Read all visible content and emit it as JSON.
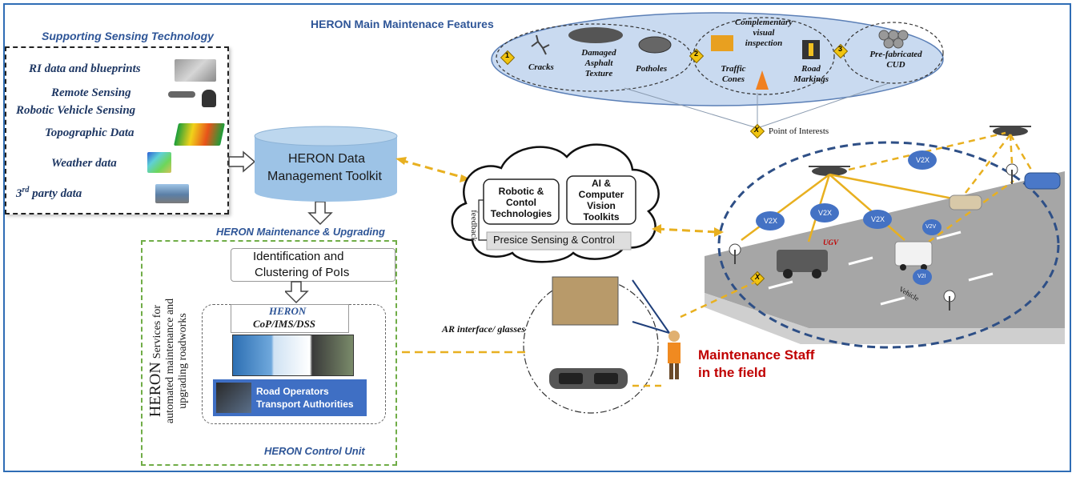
{
  "title": "HERON Main Maintenace Features",
  "supporting": {
    "heading": "Supporting  Sensing Technology",
    "items": [
      {
        "label": "RI data and blueprints"
      },
      {
        "label": "Remote Sensing"
      },
      {
        "label": "Robotic Vehicle Sensing"
      },
      {
        "label": "Topographic Data"
      },
      {
        "label": "Weather data"
      },
      {
        "label_sup": "rd",
        "label_num": "3",
        "label_rest": " party data"
      }
    ]
  },
  "toolkit": {
    "line1": "HERON Data",
    "line2": "Management Toolkit"
  },
  "maintenance_heading": "HERON Maintenance & Upgrading",
  "control": {
    "identification_line1": "Identification and",
    "identification_line2": "Clustering of PoIs",
    "heron_label": "HERON",
    "cop_label": "CoP/IMS/DSS",
    "services_big": "HERON",
    "services_line1": "Services for",
    "services_line2": "automated maintenance and",
    "services_line3": "upgrading roadworks",
    "operators_line1": "Road Operators",
    "operators_line2": "Transport Authorities",
    "unit_label": "HERON Control Unit"
  },
  "cloud": {
    "robotic_line1": "Robotic &",
    "robotic_line2": "Contol",
    "robotic_line3": "Technologies",
    "ai_line1": "AI &",
    "ai_line2": "Computer",
    "ai_line3": "Vision",
    "ai_line4": "Toolkits",
    "feedback": "feedback",
    "sensing": "Presice Sensing & Control"
  },
  "features": {
    "cracks": "Cracks",
    "asphalt_line1": "Damaged",
    "asphalt_line2": "Asphalt",
    "asphalt_line3": "Texture",
    "potholes": "Potholes",
    "visual_line1": "Complementary",
    "visual_line2": "visual",
    "visual_line3": "inspection",
    "cones_line1": "Traffic",
    "cones_line2": "Cones",
    "markings_line1": "Road",
    "markings_line2": "Markings",
    "cud_line1": "Pre-fabricated",
    "cud_line2": "CUD",
    "badge1": "1",
    "badge2": "2",
    "badge3": "3",
    "poi_badge": "X",
    "poi": "Point of Interests"
  },
  "scene": {
    "v2x": "V2X",
    "v2v": "V2V",
    "v2i": "V2I",
    "ugv": "UGV",
    "vehicle": "Vehicle",
    "poi_badge": "X"
  },
  "ar": {
    "label": "AR interface/ glasses"
  },
  "staff": {
    "line1": "Maintenance Staff",
    "line2": "in the field"
  },
  "colors": {
    "frame": "#2f6db5",
    "cylinder": "#9dc3e6",
    "ellipse": "#c9daf0",
    "arrow": "#e8b020",
    "staff": "#c00000",
    "ctrl_border": "#70ad47",
    "operators_bg": "#3f6fc4"
  }
}
